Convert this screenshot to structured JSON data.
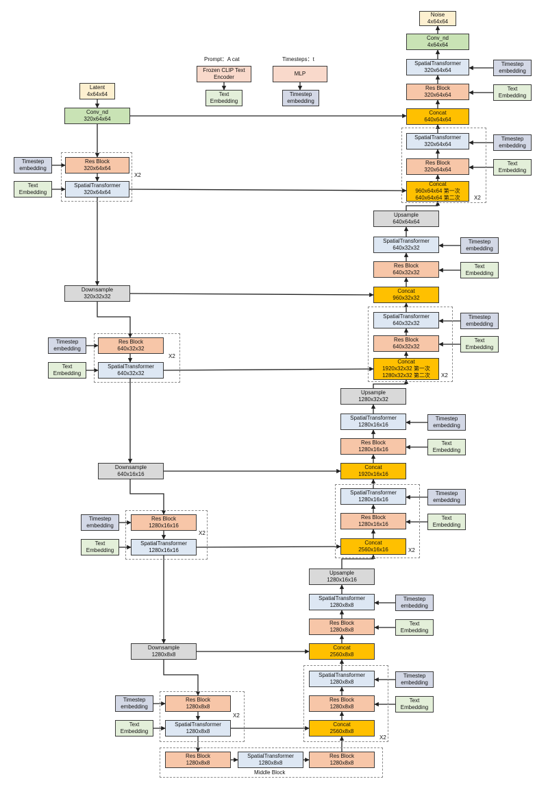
{
  "nodes": {
    "noise": {
      "kind": "latent",
      "text": [
        "Noise",
        "4x64x64"
      ]
    },
    "conv_out": {
      "kind": "conv",
      "text": [
        "Conv_nd",
        "4x64x64"
      ]
    },
    "st_out": {
      "kind": "st",
      "text": [
        "SpatialTransformer",
        "320x64x64"
      ]
    },
    "res_out": {
      "kind": "res",
      "text": [
        "Res Block",
        "320x64x64"
      ]
    },
    "concat_top": {
      "kind": "concat",
      "text": [
        "Concat",
        "640x64x64"
      ]
    },
    "u1_st": {
      "kind": "st",
      "text": [
        "SpatialTransformer",
        "320x64x64"
      ]
    },
    "u1_res": {
      "kind": "res",
      "text": [
        "Res Block",
        "320x64x64"
      ]
    },
    "u1_concat": {
      "kind": "concat",
      "text": [
        "Concat",
        "960x64x64 第一次",
        "640x64x64 第二次"
      ]
    },
    "up1": {
      "kind": "gray",
      "text": [
        "Upsample",
        "640x64x64"
      ]
    },
    "u2_st": {
      "kind": "st",
      "text": [
        "SpatialTransformer",
        "640x32x32"
      ]
    },
    "u2_res": {
      "kind": "res",
      "text": [
        "Res Block",
        "640x32x32"
      ]
    },
    "u2_concat": {
      "kind": "concat",
      "text": [
        "Concat",
        "960x32x32"
      ]
    },
    "u3_st": {
      "kind": "st",
      "text": [
        "SpatialTransformer",
        "640x32x32"
      ]
    },
    "u3_res": {
      "kind": "res",
      "text": [
        "Res Block",
        "640x32x32"
      ]
    },
    "u3_concat": {
      "kind": "concat",
      "text": [
        "Concat",
        "1920x32x32 第一次",
        "1280x32x32 第二次"
      ]
    },
    "up2": {
      "kind": "gray",
      "text": [
        "Upsample",
        "1280x32x32"
      ]
    },
    "u4_st": {
      "kind": "st",
      "text": [
        "SpatialTransformer",
        "1280x16x16"
      ]
    },
    "u4_res": {
      "kind": "res",
      "text": [
        "Res Block",
        "1280x16x16"
      ]
    },
    "u4_concat": {
      "kind": "concat",
      "text": [
        "Concat",
        "1920x16x16"
      ]
    },
    "u5_st": {
      "kind": "st",
      "text": [
        "SpatialTransformer",
        "1280x16x16"
      ]
    },
    "u5_res": {
      "kind": "res",
      "text": [
        "Res Block",
        "1280x16x16"
      ]
    },
    "u5_concat": {
      "kind": "concat",
      "text": [
        "Concat",
        "2560x16x16"
      ]
    },
    "up3": {
      "kind": "gray",
      "text": [
        "Upsample",
        "1280x16x16"
      ]
    },
    "u6_st": {
      "kind": "st",
      "text": [
        "SpatialTransformer",
        "1280x8x8"
      ]
    },
    "u6_res": {
      "kind": "res",
      "text": [
        "Res Block",
        "1280x8x8"
      ]
    },
    "u6_concat": {
      "kind": "concat",
      "text": [
        "Concat",
        "2560x8x8"
      ]
    },
    "u7_st": {
      "kind": "st",
      "text": [
        "SpatialTransformer",
        "1280x8x8"
      ]
    },
    "u7_res": {
      "kind": "res",
      "text": [
        "Res Block",
        "1280x8x8"
      ]
    },
    "u7_concat": {
      "kind": "concat",
      "text": [
        "Concat",
        "2560x8x8"
      ]
    },
    "latent": {
      "kind": "latent",
      "text": [
        "Latent",
        "4x64x64"
      ]
    },
    "conv_in": {
      "kind": "conv",
      "text": [
        "Conv_nd",
        "320x64x64"
      ]
    },
    "clip": {
      "kind": "clip",
      "text": [
        "Frozen CLIP Text",
        "Encoder"
      ]
    },
    "text_emb_top": {
      "kind": "embtxt",
      "text": [
        "Text",
        "Embedding"
      ]
    },
    "mlp": {
      "kind": "clip",
      "text": [
        "MLP"
      ]
    },
    "time_emb_top": {
      "kind": "embtime",
      "text": [
        "Timestep",
        "embedding"
      ]
    },
    "d1_res": {
      "kind": "res",
      "text": [
        "Res Block",
        "320x64x64"
      ]
    },
    "d1_st": {
      "kind": "st",
      "text": [
        "SpatialTransformer",
        "320x64x64"
      ]
    },
    "down1": {
      "kind": "gray",
      "text": [
        "Downsample",
        "320x32x32"
      ]
    },
    "d2_res": {
      "kind": "res",
      "text": [
        "Res Block",
        "640x32x32"
      ]
    },
    "d2_st": {
      "kind": "st",
      "text": [
        "SpatialTransformer",
        "640x32x32"
      ]
    },
    "down2": {
      "kind": "gray",
      "text": [
        "Downsample",
        "640x16x16"
      ]
    },
    "d3_res": {
      "kind": "res",
      "text": [
        "Res Block",
        "1280x16x16"
      ]
    },
    "d3_st": {
      "kind": "st",
      "text": [
        "SpatialTransformer",
        "1280x16x16"
      ]
    },
    "down3": {
      "kind": "gray",
      "text": [
        "Downsample",
        "1280x8x8"
      ]
    },
    "d4_res": {
      "kind": "res",
      "text": [
        "Res Block",
        "1280x8x8"
      ]
    },
    "d4_st": {
      "kind": "st",
      "text": [
        "SpatialTransformer",
        "1280x8x8"
      ]
    },
    "m_res1": {
      "kind": "res",
      "text": [
        "Res Block",
        "1280x8x8"
      ]
    },
    "m_st": {
      "kind": "st",
      "text": [
        "SpatialTransformer",
        "1280x8x8"
      ]
    },
    "m_res2": {
      "kind": "res",
      "text": [
        "Res Block",
        "1280x8x8"
      ]
    },
    "te_out_st": {
      "kind": "embtime",
      "text": [
        "Timestep",
        "embedding"
      ]
    },
    "tx_out_res": {
      "kind": "embtxt",
      "text": [
        "Text",
        "Embedding"
      ]
    },
    "te_u1": {
      "kind": "embtime",
      "text": [
        "Timestep",
        "embedding"
      ]
    },
    "tx_u1": {
      "kind": "embtxt",
      "text": [
        "Text",
        "Embedding"
      ]
    },
    "te_u2": {
      "kind": "embtime",
      "text": [
        "Timestep",
        "embedding"
      ]
    },
    "tx_u2": {
      "kind": "embtxt",
      "text": [
        "Text",
        "Embedding"
      ]
    },
    "te_u3": {
      "kind": "embtime",
      "text": [
        "Timestep",
        "embedding"
      ]
    },
    "tx_u3": {
      "kind": "embtxt",
      "text": [
        "Text",
        "Embedding"
      ]
    },
    "te_u4": {
      "kind": "embtime",
      "text": [
        "Timestep",
        "embedding"
      ]
    },
    "tx_u4": {
      "kind": "embtxt",
      "text": [
        "Text",
        "Embedding"
      ]
    },
    "te_u5": {
      "kind": "embtime",
      "text": [
        "Timestep",
        "embedding"
      ]
    },
    "tx_u5": {
      "kind": "embtxt",
      "text": [
        "Text",
        "Embedding"
      ]
    },
    "te_u6": {
      "kind": "embtime",
      "text": [
        "Timestep",
        "embedding"
      ]
    },
    "tx_u6": {
      "kind": "embtxt",
      "text": [
        "Text",
        "Embedding"
      ]
    },
    "te_u7": {
      "kind": "embtime",
      "text": [
        "Timestep",
        "embedding"
      ]
    },
    "tx_u7": {
      "kind": "embtxt",
      "text": [
        "Text",
        "Embedding"
      ]
    },
    "te_d1": {
      "kind": "embtime",
      "text": [
        "Timestep",
        "embedding"
      ]
    },
    "tx_d1": {
      "kind": "embtxt",
      "text": [
        "Text",
        "Embedding"
      ]
    },
    "te_d2": {
      "kind": "embtime",
      "text": [
        "Timestep",
        "embedding"
      ]
    },
    "tx_d2": {
      "kind": "embtxt",
      "text": [
        "Text",
        "Embedding"
      ]
    },
    "te_d3": {
      "kind": "embtime",
      "text": [
        "Timestep",
        "embedding"
      ]
    },
    "tx_d3": {
      "kind": "embtxt",
      "text": [
        "Text",
        "Embedding"
      ]
    },
    "te_d4": {
      "kind": "embtime",
      "text": [
        "Timestep",
        "embedding"
      ]
    },
    "tx_d4": {
      "kind": "embtxt",
      "text": [
        "Text",
        "Embedding"
      ]
    }
  },
  "labels": {
    "prompt": "Prompt：A cat",
    "timesteps": "Timesteps：t",
    "repeat": "X2",
    "middle_block": "Middle Block"
  }
}
